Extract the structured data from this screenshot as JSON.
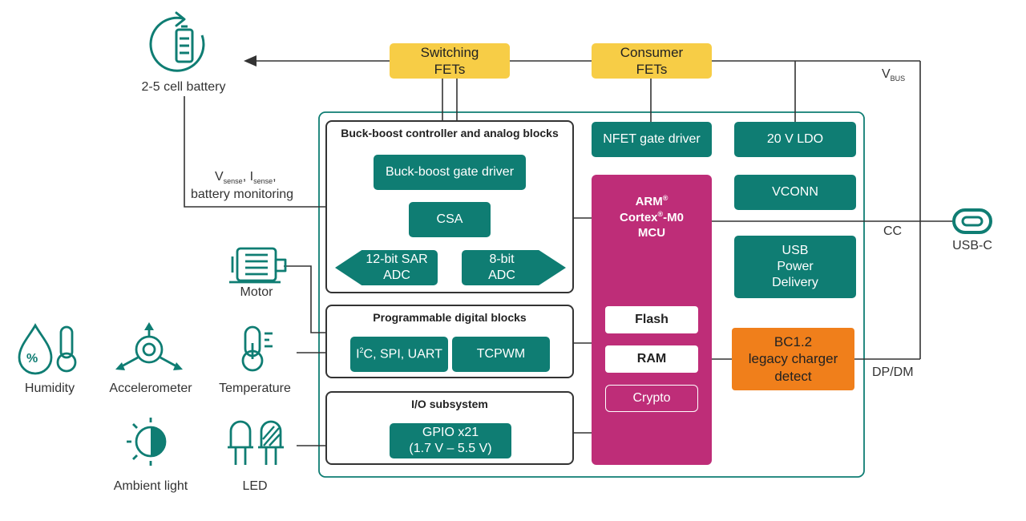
{
  "battery": {
    "label": "2-5 cell battery"
  },
  "fets": {
    "switching": [
      "Switching",
      "FETs"
    ],
    "consumer": [
      "Consumer",
      "FETs"
    ]
  },
  "vbus": {
    "main": "V",
    "sub": "BUS"
  },
  "sense": {
    "v": "V",
    "v_sub": "sense",
    "i": "I",
    "i_sub": "sense",
    "comma": ",",
    "line2": "battery monitoring"
  },
  "buck": {
    "title": "Buck-boost controller and analog blocks",
    "gate_driver": "Buck-boost gate driver",
    "csa": "CSA",
    "sar_adc": [
      "12-bit SAR",
      "ADC"
    ],
    "adc8": [
      "8-bit",
      "ADC"
    ]
  },
  "digital": {
    "title": "Programmable digital blocks",
    "serial": {
      "prefix": "I",
      "sup": "2",
      "rest": "C, SPI, UART"
    },
    "tcpwm": "TCPWM"
  },
  "io": {
    "title": "I/O subsystem",
    "gpio": [
      "GPIO x21",
      "(1.7 V – 5.5 V)"
    ]
  },
  "nfet": "NFET gate driver",
  "mcu": {
    "arm": "ARM",
    "reg": "®",
    "cortex": "Cortex",
    "m0": "-M0",
    "mcu": "MCU",
    "flash": "Flash",
    "ram": "RAM",
    "crypto": "Crypto"
  },
  "right": {
    "ldo": "20 V LDO",
    "vconn": "VCONN",
    "usbpd": [
      "USB",
      "Power",
      "Delivery"
    ],
    "bc12": [
      "BC1.2",
      "legacy charger",
      "detect"
    ]
  },
  "usbc": {
    "label": "USB-C",
    "cc": "CC",
    "dpdm": "DP/DM"
  },
  "peripherals": {
    "motor": "Motor",
    "humidity": "Humidity",
    "accelerometer": "Accelerometer",
    "temperature": "Temperature",
    "ambient": "Ambient light",
    "led": "LED"
  },
  "colors": {
    "teal": "#0f7d73",
    "yellow": "#f7cd46",
    "magenta": "#be2d78",
    "orange": "#f07f1b",
    "line": "#333333"
  }
}
